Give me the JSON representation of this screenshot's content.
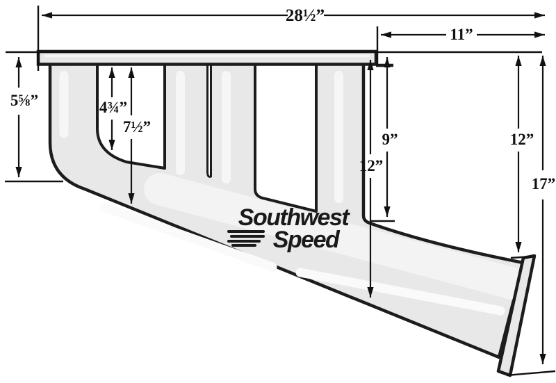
{
  "drawing": {
    "type": "technical dimension diagram",
    "subject": "exhaust header side view"
  },
  "logo": {
    "line1": "Southwest",
    "line2": "Speed"
  },
  "dimensions": {
    "overall_width": "28½”",
    "right_span": "11”",
    "left_drop": "5⅝”",
    "inner_tube_drop": "4¾”",
    "outer_tube_drop": "7½”",
    "collector_entry_drop": "9”",
    "collector_bottom_drop": "12”",
    "end_flange_top_drop": "12”",
    "end_flange_tip_drop": "17”"
  },
  "colors": {
    "metal_fill": "#e8e8e8",
    "outline": "#1c1c1c",
    "highlight": "#f6f6f6",
    "bright_stripe": "#fafafa",
    "wide_sheen": "#f3f3f3",
    "dimension_ink": "#111111",
    "logo_ink": "#1a1a1a",
    "background": "#ffffff"
  }
}
